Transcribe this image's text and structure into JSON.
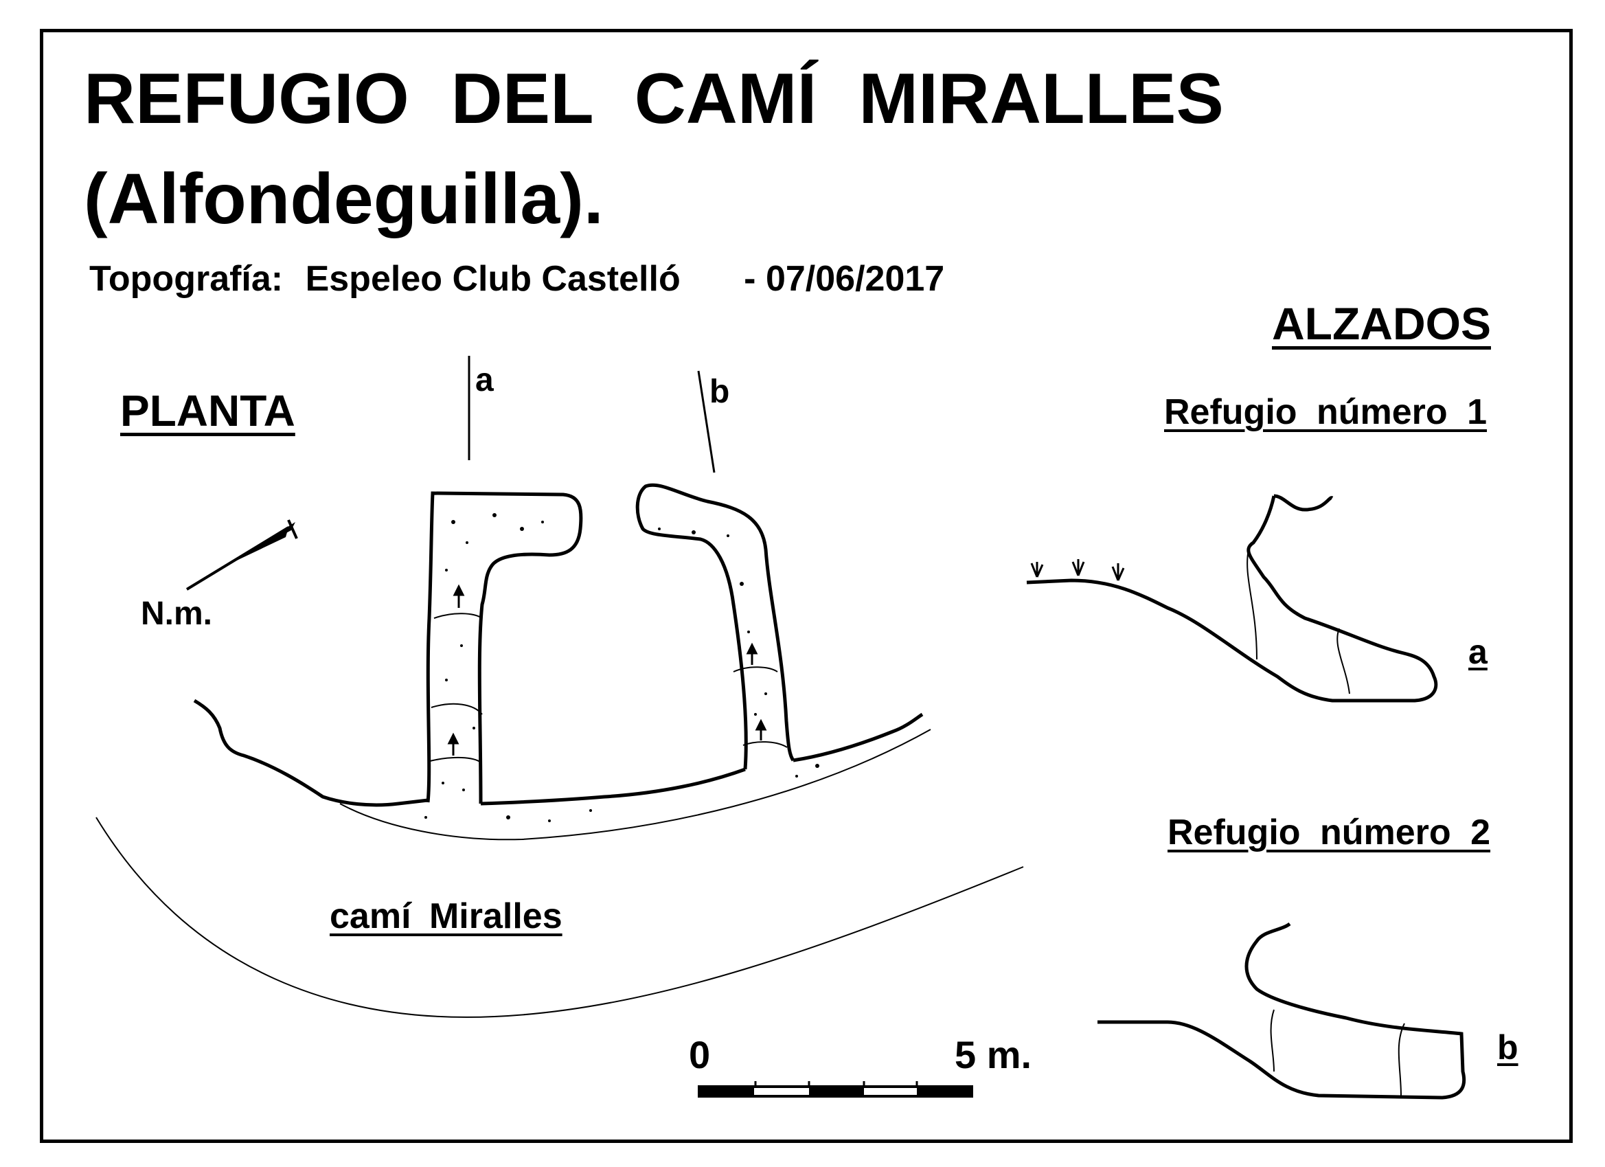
{
  "title_line1": "REFUGIO  DEL  CAMÍ  MIRALLES",
  "title_line2": "(Alfondeguilla).",
  "credit": {
    "label": "Topografía:",
    "author": "Espeleo Club Castelló",
    "separator": "-",
    "date": "07/06/2017"
  },
  "sections": {
    "planta": "PLANTA",
    "alzados": "ALZADOS",
    "refugio1": "Refugio  número  1",
    "refugio2": "Refugio  número  2"
  },
  "labels": {
    "section_a": "a",
    "section_b": "b",
    "north": "N.m.",
    "road": "camí  Miralles",
    "elevation_a": "a",
    "elevation_b": "b"
  },
  "scale": {
    "start": "0",
    "end": "5 m."
  }
}
